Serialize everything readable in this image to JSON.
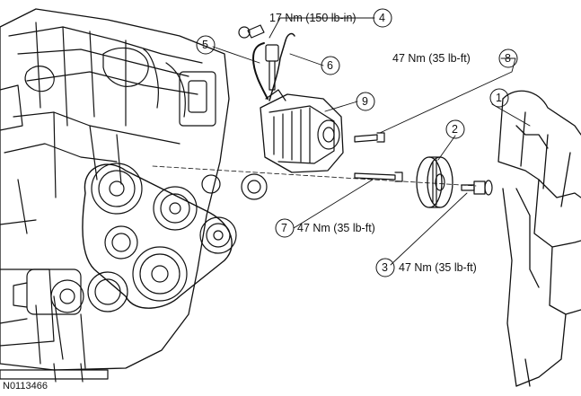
{
  "figure_id": "N0113466",
  "callouts": [
    {
      "num": "1",
      "torque": ""
    },
    {
      "num": "2",
      "torque": ""
    },
    {
      "num": "3",
      "torque": "47 Nm (35 lb-ft)"
    },
    {
      "num": "4",
      "torque": "17 Nm (150 lb-in)"
    },
    {
      "num": "5",
      "torque": ""
    },
    {
      "num": "6",
      "torque": ""
    },
    {
      "num": "7",
      "torque": "47 Nm (35 lb-ft)"
    },
    {
      "num": "8",
      "torque": "47 Nm (35 lb-ft)"
    },
    {
      "num": "9",
      "torque": ""
    }
  ]
}
